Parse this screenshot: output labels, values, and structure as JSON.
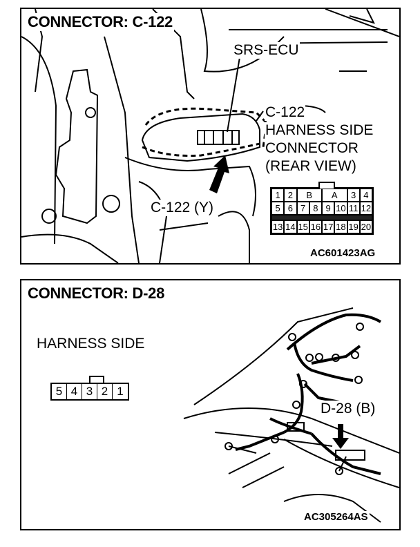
{
  "top_panel": {
    "title": "CONNECTOR: C-122",
    "srs_label": "SRS-ECU",
    "harness_label_lines": [
      "C-122",
      "HARNESS SIDE",
      "CONNECTOR",
      "(REAR VIEW)"
    ],
    "connector_callout": "C-122 (Y)",
    "figure_code": "AC601423AG",
    "pins": {
      "row1": [
        "1",
        "2",
        "B",
        "A",
        "3",
        "4"
      ],
      "row2": [
        "5",
        "6",
        "7",
        "8",
        "9",
        "10",
        "11",
        "12"
      ],
      "row3": [
        "13",
        "14",
        "15",
        "16",
        "17",
        "18",
        "19",
        "20"
      ]
    }
  },
  "bottom_panel": {
    "title": "CONNECTOR: D-28",
    "harness_label": "HARNESS SIDE",
    "connector_callout": "D-28 (B)",
    "figure_code": "AC305264AS",
    "pins": [
      "5",
      "4",
      "3",
      "2",
      "1"
    ]
  }
}
